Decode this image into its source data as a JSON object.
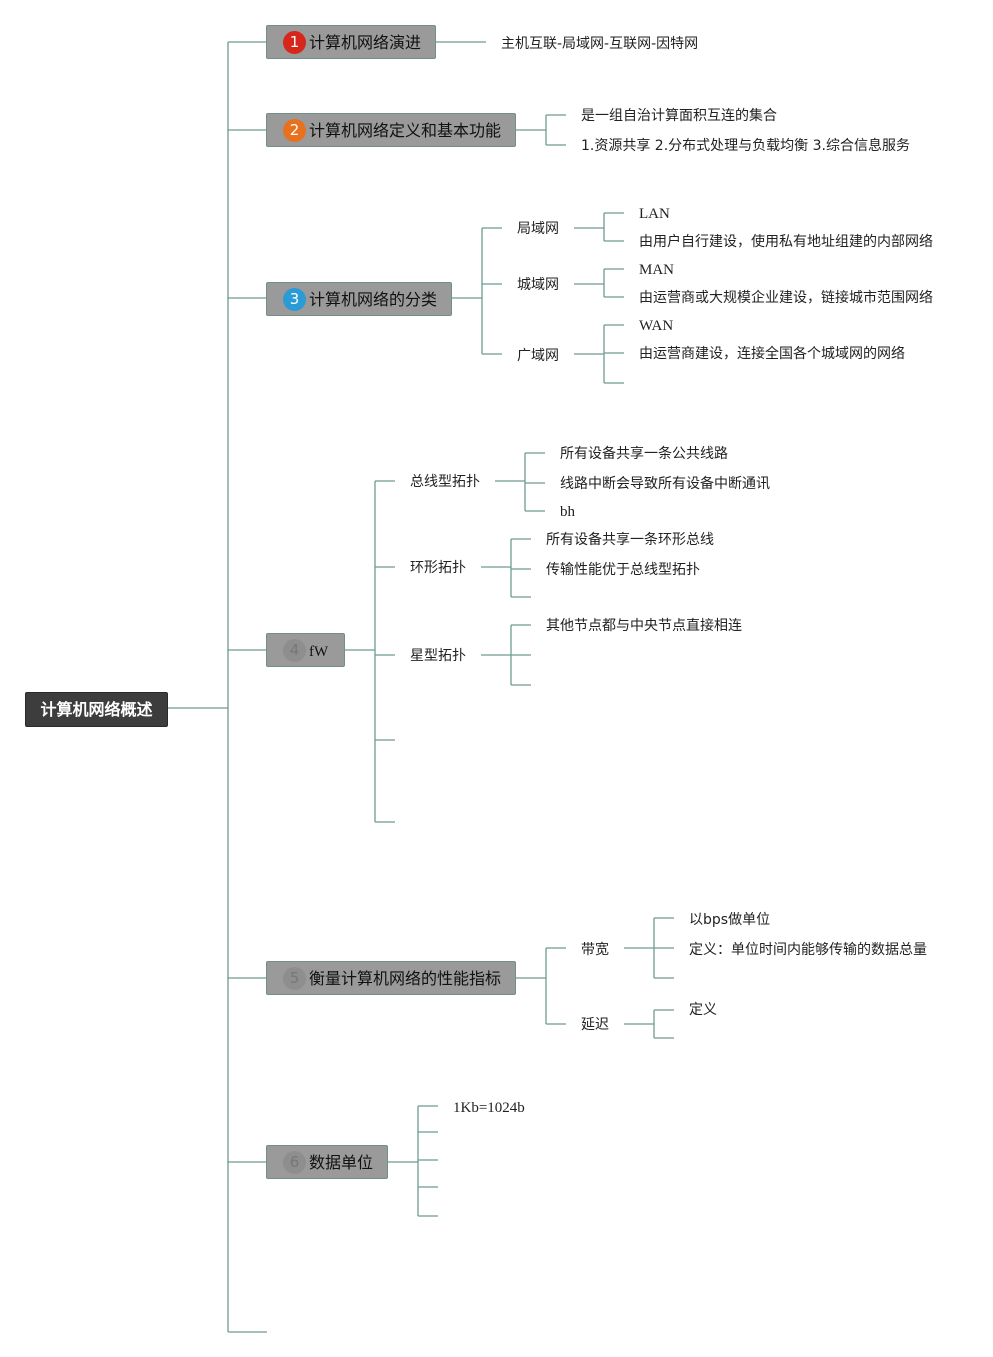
{
  "root": {
    "label": "计算机网络概述"
  },
  "branches": [
    {
      "num": "1",
      "label": "计算机网络演进",
      "badge_color": "#d7261a"
    },
    {
      "num": "2",
      "label": "计算机网络定义和基本功能",
      "badge_color": "#e8711f"
    },
    {
      "num": "3",
      "label": "计算机网络的分类",
      "badge_color": "#2b9bd6"
    },
    {
      "num": "4",
      "label": "fW",
      "badge_color": "#8e8e8e"
    },
    {
      "num": "5",
      "label": "衡量计算机网络的性能指标",
      "badge_color": "#8e8e8e"
    },
    {
      "num": "6",
      "label": "数据单位",
      "badge_color": "#8e8e8e"
    }
  ],
  "b1": {
    "children": [
      "主机互联-局域网-互联网-因特网"
    ]
  },
  "b2": {
    "children": [
      "是一组自治计算面积互连的集合",
      "1.资源共享 2.分布式处理与负载均衡 3.综合信息服务"
    ]
  },
  "b3": {
    "lan": {
      "label": "局域网",
      "children": [
        "LAN",
        "由用户自行建设，使用私有地址组建的内部网络"
      ]
    },
    "man": {
      "label": "城域网",
      "children": [
        "MAN",
        "由运营商或大规模企业建设，链接城市范围网络"
      ]
    },
    "wan": {
      "label": "广域网",
      "children": [
        "WAN",
        "由运营商建设，连接全国各个城域网的网络"
      ]
    }
  },
  "b4": {
    "bus": {
      "label": "总线型拓扑",
      "children": [
        "所有设备共享一条公共线路",
        "线路中断会导致所有设备中断通讯",
        "bh"
      ]
    },
    "ring": {
      "label": "环形拓扑",
      "children": [
        "所有设备共享一条环形总线",
        "传输性能优于总线型拓扑"
      ]
    },
    "star": {
      "label": "星型拓扑",
      "children": [
        "其他节点都与中央节点直接相连"
      ]
    }
  },
  "b5": {
    "bandwidth": {
      "label": "带宽",
      "children": [
        "以bps做单位",
        "定义：单位时间内能够传输的数据总量"
      ]
    },
    "latency": {
      "label": "延迟",
      "children": [
        "定义"
      ]
    }
  },
  "b6": {
    "children": [
      "1Kb=1024b"
    ]
  },
  "colors": {
    "line": "#5b8a80",
    "branch_bg": "#9a9a9a",
    "root_bg": "#3d3d3d"
  }
}
